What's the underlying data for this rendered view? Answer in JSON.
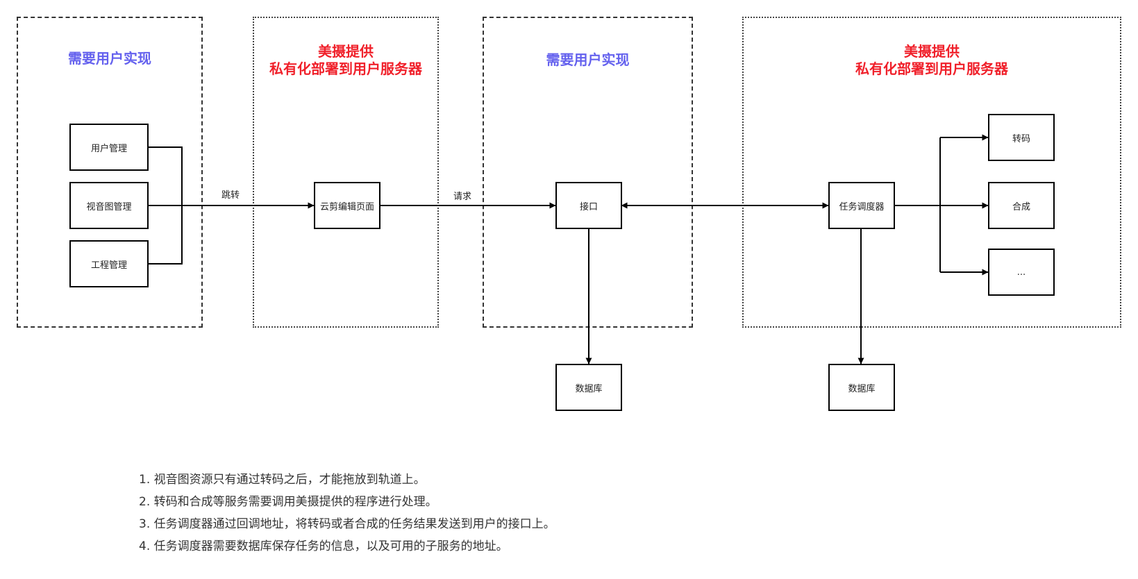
{
  "regions": {
    "r1_title": "需要用户实现",
    "r2_title": "美摄提供\n私有化部署到用户服务器",
    "r3_title": "需要用户实现",
    "r4_title": "美摄提供\n私有化部署到用户服务器"
  },
  "nodes": {
    "user_mgmt": "用户管理",
    "media_mgmt": "视音图管理",
    "project_mgmt": "工程管理",
    "cloud_edit_page": "云剪编辑页面",
    "api": "接口",
    "database_1": "数据库",
    "scheduler": "任务调度器",
    "database_2": "数据库",
    "transcode": "转码",
    "compose": "合成",
    "more": "..."
  },
  "edges": {
    "jump": "跳转",
    "request": "请求"
  },
  "notes": [
    "1. 视音图资源只有通过转码之后，才能拖放到轨道上。",
    "2. 转码和合成等服务需要调用美摄提供的程序进行处理。",
    "3. 任务调度器通过回调地址，将转码或者合成的任务结果发送到用户的接口上。",
    "4. 任务调度器需要数据库保存任务的信息，以及可用的子服务的地址。"
  ],
  "colors": {
    "user_side_title": "#6461ee",
    "vendor_side_title": "#f0202a"
  }
}
